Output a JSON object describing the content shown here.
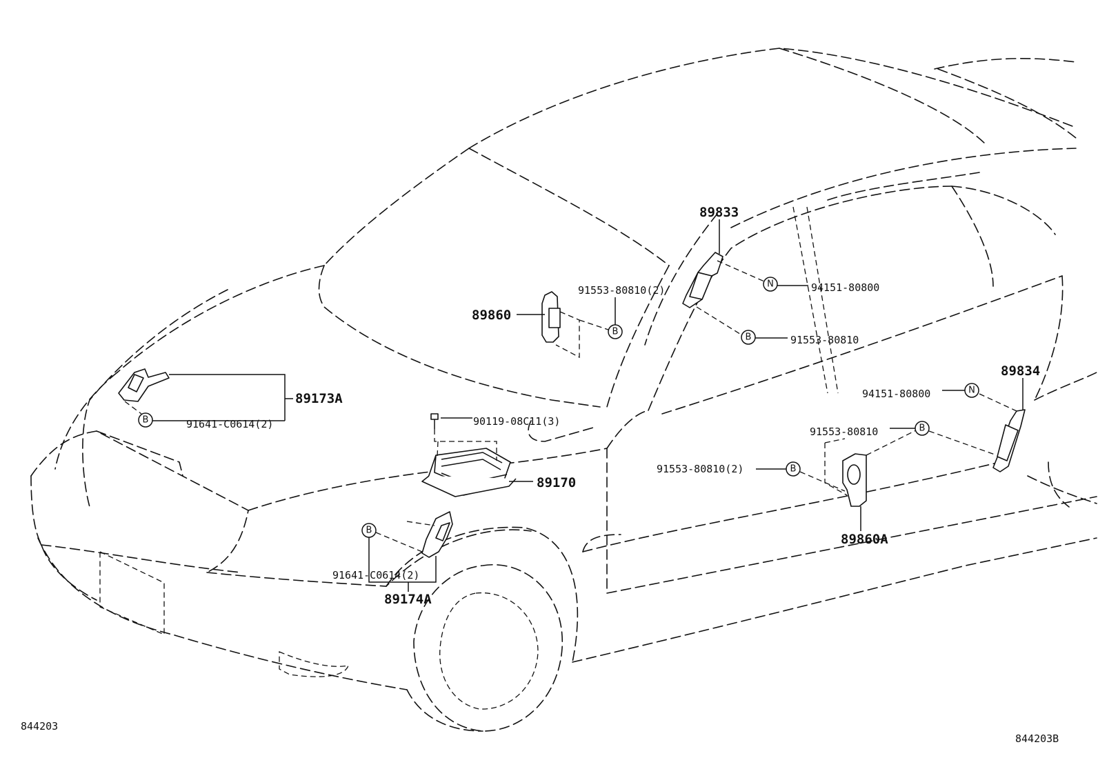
{
  "labels": {
    "p89833": "89833",
    "p89860": "89860",
    "p91553_80810_2_top": "91553-80810(2)",
    "p94151_80800_top": "94151-80800",
    "p91553_80810_top": "91553-80810",
    "p89834": "89834",
    "p94151_80800_right": "94151-80800",
    "p91553_80810_right": "91553-80810",
    "p91553_80810_2_right": "91553-80810(2)",
    "p89860A": "89860A",
    "p89173A": "89173A",
    "p91641_C0614_2_left": "91641-C0614(2)",
    "p90119_08C11_3": "90119-08C11(3)",
    "p89170": "89170",
    "p91641_C0614_2_bottom": "91641-C0614(2)",
    "p89174A": "89174A"
  },
  "symbols": {
    "bolt": "B",
    "nut": "N"
  },
  "footer": {
    "left_code": "844203",
    "right_code": "844203B"
  }
}
